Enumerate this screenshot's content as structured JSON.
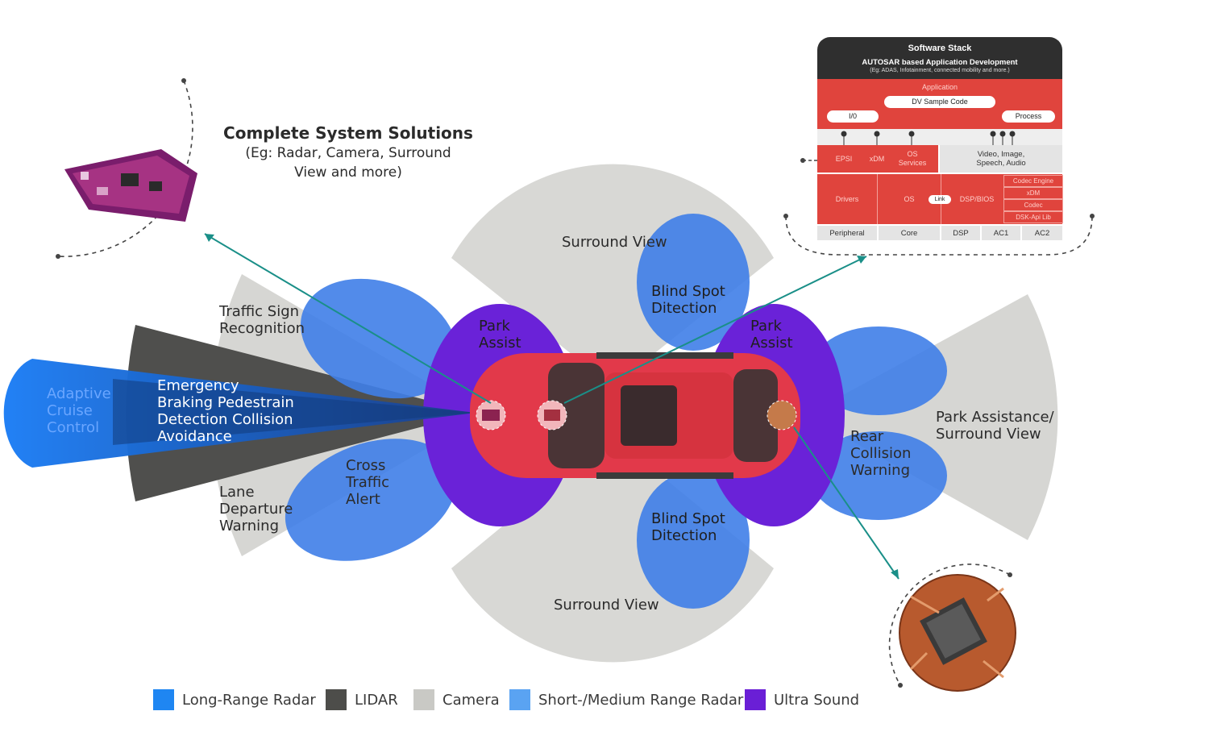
{
  "title": {
    "heading": "Complete System Solutions",
    "subheading": "(Eg: Radar, Camera, Surround\nView and more)"
  },
  "zones": {
    "surround_view_top": "Surround View",
    "surround_view_bottom": "Surround View",
    "blind_spot_top": "Blind Spot\nDitection",
    "blind_spot_bottom": "Blind Spot\nDitection",
    "park_assist_front": "Park\nAssist",
    "park_assist_rear": "Park\nAssist",
    "traffic_sign": "Traffic Sign\nRecognition",
    "emergency_braking": "Emergency\nBraking Pedestrain\nDetection Collision\nAvoidance",
    "adaptive_cruise": "Adaptive\nCruise\nControl",
    "lane_departure": "Lane\nDeparture\nWarning",
    "cross_traffic": "Cross\nTraffic\nAlert",
    "rear_collision": "Rear\nCollision\nWarning",
    "park_assistance_surround": "Park Assistance/\nSurround View"
  },
  "software_stack": {
    "title": "Software Stack",
    "subtitle": "AUTOSAR based Application Development",
    "note": "(Eg: ADAS, Infotainment, connected mobility and more.)",
    "application": "Application",
    "dv_sample_code": "DV Sample Code",
    "io": "I/0",
    "process": "Process",
    "epsi": "EPSI",
    "xdm": "xDM",
    "os_services": "OS\nServices",
    "video_image": "Video, Image,\nSpeech, Audio",
    "drivers": "Drivers",
    "os": "OS",
    "link": "Link",
    "dsp_bios": "DSP/BIOS",
    "codec_engine": "Codec Engine",
    "xdm2": "xDM",
    "codec": "Codec",
    "dsk_api": "DSK-Api Lib",
    "bottom_row": [
      "Peripheral",
      "Core",
      "DSP",
      "AC1",
      "AC2"
    ]
  },
  "legend": [
    {
      "label": "Long-Range Radar",
      "color": "#1f86f2"
    },
    {
      "label": "LIDAR",
      "color": "#4d4d4a"
    },
    {
      "label": "Camera",
      "color": "#c9c9c5"
    },
    {
      "label": "Short-/Medium Range Radar",
      "color": "#5aa3f2"
    },
    {
      "label": "Ultra Sound",
      "color": "#6a1fd6"
    }
  ],
  "colors": {
    "camera": "#d6d6d3",
    "lidar": "#505050",
    "long_range_radar": "#1f7cf0",
    "short_radar": "#3b82ea",
    "ultrasound": "#6a22d8",
    "car_body": "#e23b44",
    "connector": "#1a8f88",
    "stack_red": "#e0443d",
    "stack_dark": "#2f2f2f"
  }
}
